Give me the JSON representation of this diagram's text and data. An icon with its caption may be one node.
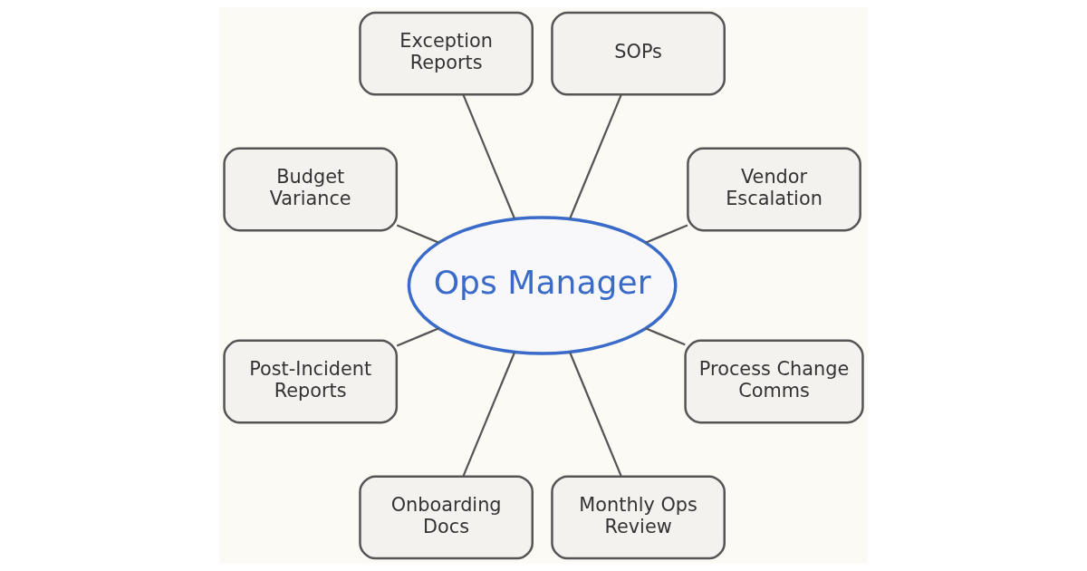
{
  "diagram": {
    "nodes": [
      {
        "text": [
          "Ops Manager"
        ]
      },
      {
        "text": [
          "Vendor Escalation"
        ]
      },
      {
        "text": [
          "SOPs"
        ]
      },
      {
        "text": [
          "Exception Reports"
        ]
      },
      {
        "text": [
          "Budget Variance"
        ]
      },
      {
        "text": [
          "Post-Incident Reports"
        ]
      },
      {
        "text": [
          "Onboarding Docs"
        ]
      },
      {
        "text": [
          "Monthly Ops Review"
        ]
      },
      {
        "text": [
          "Process Change Comms"
        ]
      }
    ],
    "edges": [
      {
        "from": 0,
        "to": 1,
        "arrow": "none"
      },
      {
        "from": 0,
        "to": 2,
        "arrow": "none"
      },
      {
        "from": 0,
        "to": 3,
        "arrow": "none"
      },
      {
        "from": 0,
        "to": 4,
        "arrow": "none"
      },
      {
        "from": 0,
        "to": 5,
        "arrow": "none"
      },
      {
        "from": 0,
        "to": 6,
        "arrow": "none"
      },
      {
        "from": 0,
        "to": 7,
        "arrow": "none"
      },
      {
        "from": 0,
        "to": 8,
        "arrow": "none"
      }
    ]
  }
}
